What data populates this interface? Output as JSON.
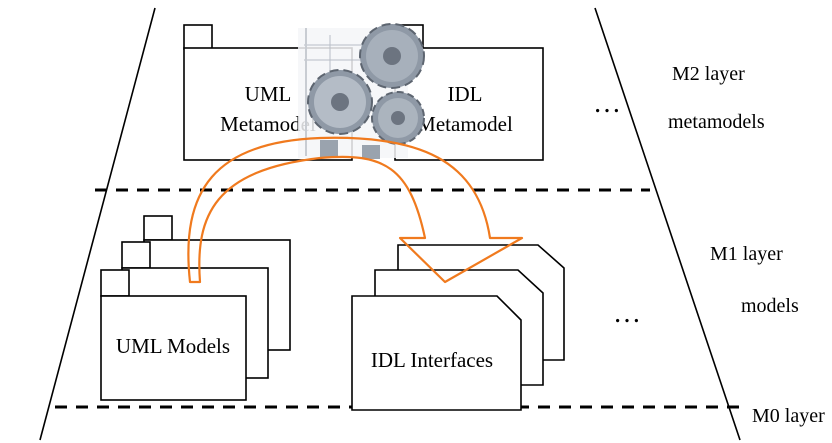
{
  "layers": {
    "m2": {
      "name": "M2 layer",
      "kind": "metamodels"
    },
    "m1": {
      "name": "M1 layer",
      "kind": "models"
    },
    "m0": {
      "name": "M0 layer"
    }
  },
  "packages": {
    "uml_metamodel": {
      "line1": "UML",
      "line2": "Metamodel"
    },
    "idl_metamodel": {
      "line1": "IDL",
      "line2": "Metamodel"
    },
    "uml_models": "UML Models",
    "idl_interfaces": "IDL Interfaces"
  },
  "ellipsis": "…",
  "colors": {
    "transform_arrow": "#f07a1e",
    "gear": "#8f99a6"
  },
  "icons": {
    "transformation": "gears-icon"
  }
}
